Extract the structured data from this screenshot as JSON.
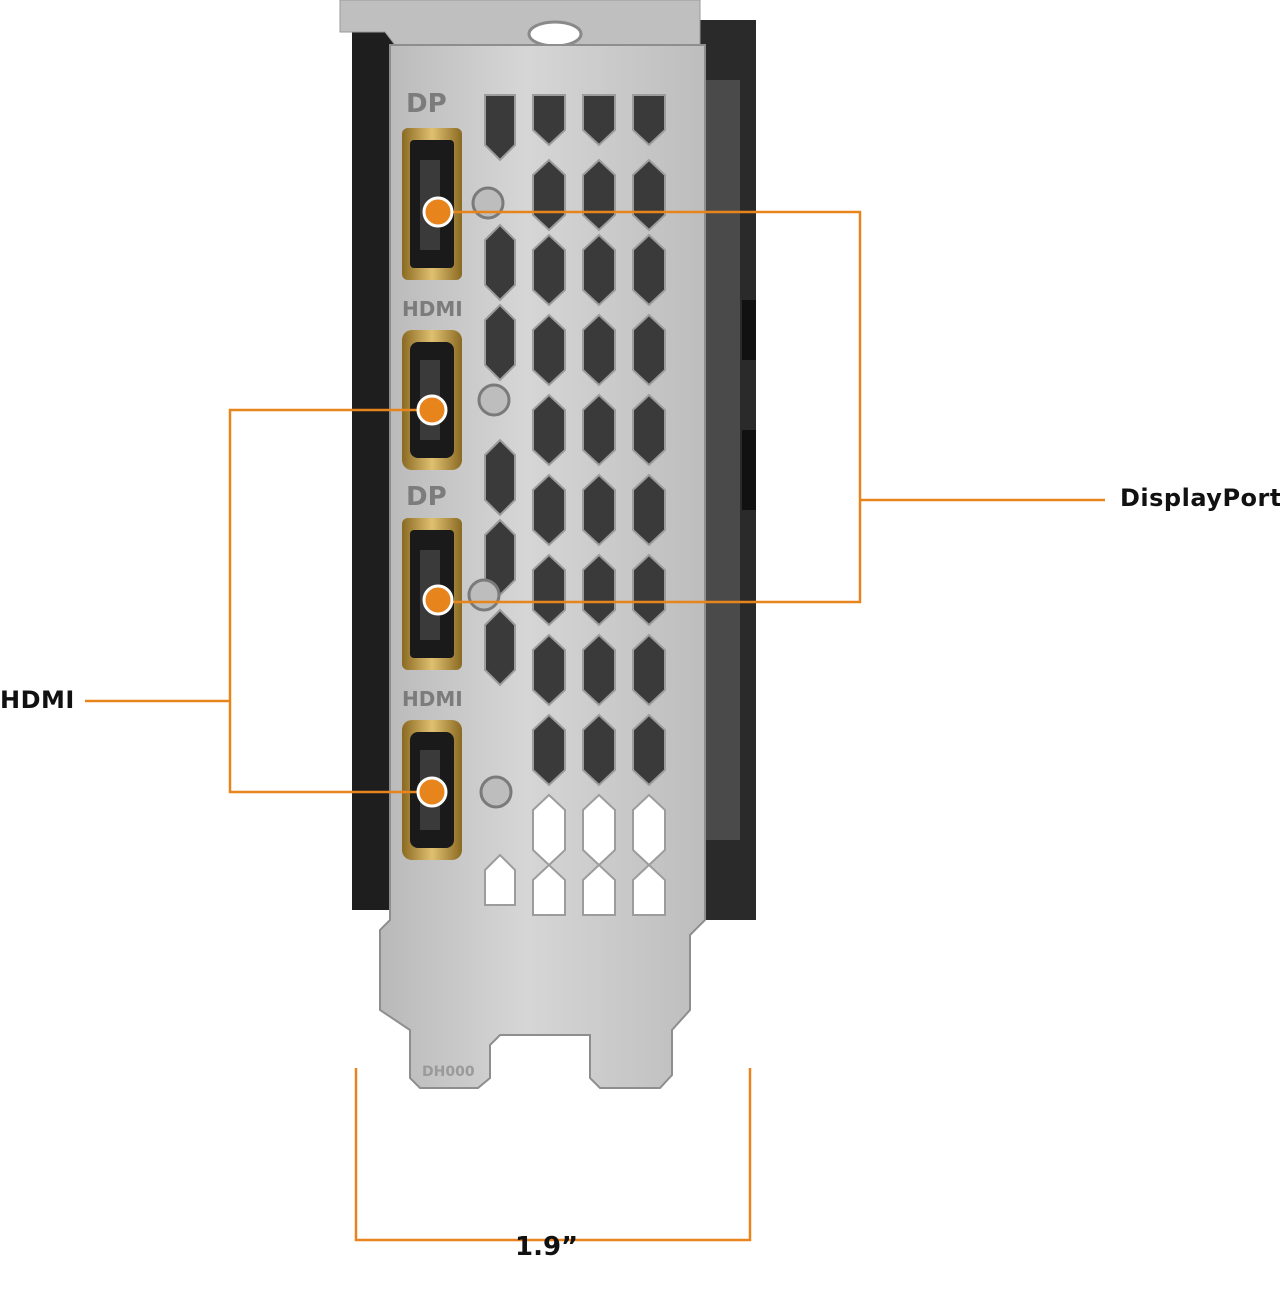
{
  "callouts": {
    "displayport_label": "DisplayPort",
    "hdmi_label": "HDMI",
    "width_label": "1.9”"
  },
  "bracket": {
    "port_labels": [
      "DP",
      "HDMI",
      "DP",
      "HDMI"
    ],
    "stamp_text": "DH000"
  },
  "colors": {
    "accent": "#e8841c",
    "bracket_metal": "#c9c9c9",
    "bracket_shadow": "#8e8e8e",
    "card_body": "#1c1c1c",
    "port_gold": "#caa24a"
  }
}
